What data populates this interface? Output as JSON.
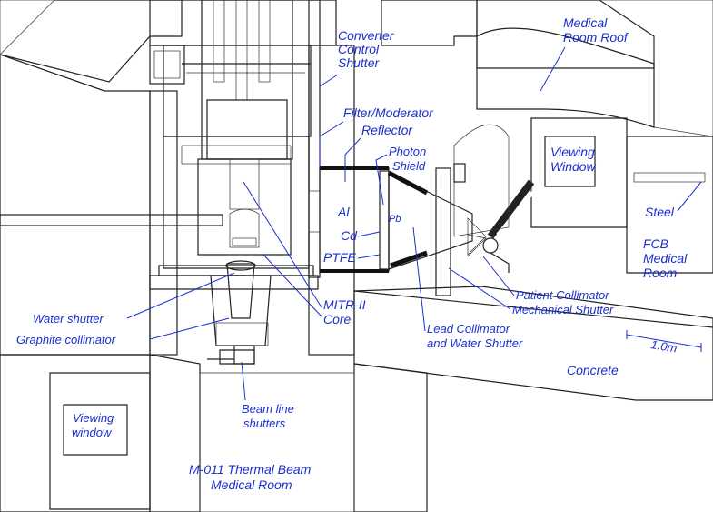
{
  "labels": {
    "converter_control_shutter": [
      "Converter",
      "Control",
      "Shutter"
    ],
    "medical_room_roof": [
      "Medical",
      "Room Roof"
    ],
    "filter_moderator": "Filter/Moderator",
    "reflector": "Reflector",
    "photon_shield": [
      "Photon",
      "Shield"
    ],
    "viewing_window_right": [
      "Viewing",
      "Window"
    ],
    "steel": "Steel",
    "al": "Al",
    "pb": "Pb",
    "cd": "Cd",
    "fcb_medical_room": [
      "FCB",
      "Medical",
      "Room"
    ],
    "ptfe": "PTFE",
    "patient_collimator": "Patient Collimator",
    "mechanical_shutter": "Mechanical Shutter",
    "mitr_core": [
      "MITR-II",
      "Core"
    ],
    "water_shutter": "Water shutter",
    "lead_collimator": [
      "Lead Collimator",
      "and Water Shutter"
    ],
    "graphite_collimator": "Graphite collimator",
    "scale": "1.0m",
    "concrete": "Concrete",
    "beam_line_shutters": [
      "Beam line",
      "shutters"
    ],
    "viewing_window_left": [
      "Viewing",
      "window"
    ],
    "m011_room": [
      "M-011 Thermal Beam",
      "Medical Room"
    ]
  },
  "colors": {
    "label": "#1a2fd0",
    "moderator_green": "#2fd24a",
    "core_blue": "#3a3cd8",
    "core_red": "#e8342a",
    "water_cyan": "#4fd6e8",
    "concrete": "#f4f4f4"
  }
}
